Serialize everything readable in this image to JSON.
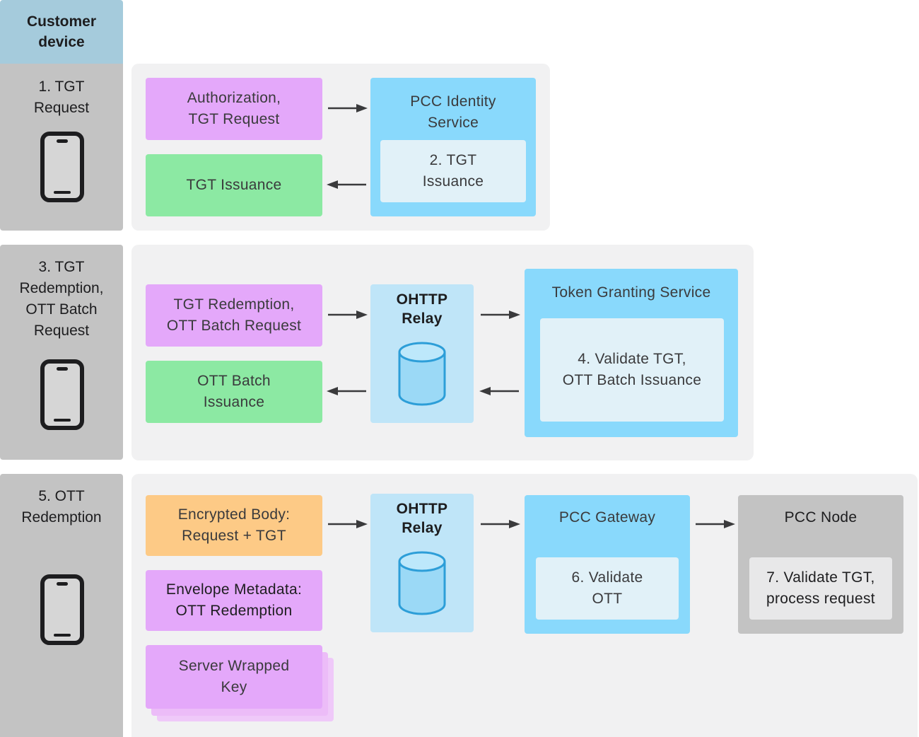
{
  "header": {
    "customer_device": "Customer\ndevice"
  },
  "lanes": [
    {
      "label": "1. TGT\nRequest"
    },
    {
      "label": "3. TGT\nRedemption,\nOTT Batch\nRequest"
    },
    {
      "label": "5. OTT\nRedemption"
    }
  ],
  "step1": {
    "authorization": "Authorization,\nTGT Request",
    "tgt_issuance": "TGT Issuance",
    "identity_service": "PCC Identity\nService",
    "tgt_issuance_step": "2. TGT\nIssuance"
  },
  "step3": {
    "redemption_request": "TGT Redemption,\nOTT Batch Request",
    "ott_batch_issuance": "OTT Batch\nIssuance",
    "relay": "OHTTP\nRelay",
    "token_service": "Token Granting Service",
    "validate_step": "4. Validate TGT,\nOTT Batch Issuance"
  },
  "step5": {
    "encrypted_body": "Encrypted Body:\nRequest + TGT",
    "envelope_metadata": "Envelope Metadata:\nOTT Redemption",
    "server_wrapped_key": "Server Wrapped\nKey",
    "relay": "OHTTP\nRelay",
    "gateway": "PCC Gateway",
    "validate_ott": "6. Validate\nOTT",
    "node": "PCC Node",
    "validate_process": "7. Validate TGT,\nprocess request"
  },
  "colors": {
    "request": "#e4a8fa",
    "issuance": "#8ce9a3",
    "encrypted": "#fdca86",
    "service": "#89d9fc",
    "relay": "#bfe5f8",
    "node": "#c3c3c3"
  }
}
